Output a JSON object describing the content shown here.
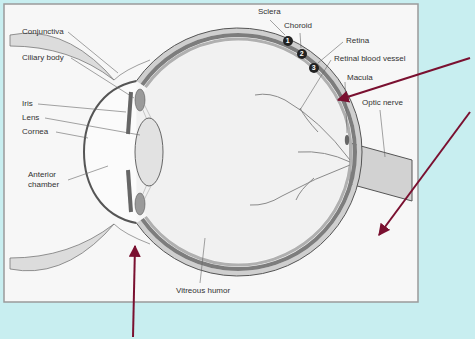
{
  "diagram": {
    "labels": [
      "Sclera",
      "Choroid",
      "Retina",
      "Retinal blood vessel",
      "Macula",
      "Optic nerve",
      "Conjunctiva",
      "Ciliary body",
      "Iris",
      "Lens",
      "Cornea",
      "Anterior chamber",
      "Vitreous humor",
      "1",
      "2",
      "3"
    ]
  }
}
